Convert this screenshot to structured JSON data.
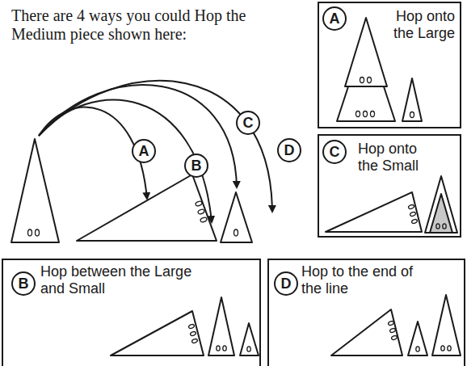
{
  "diagram": {
    "title": "There are 4 ways you could Hop the Medium piece shown here:",
    "nodes": [
      {
        "text": [
          "A",
          "Hop onto the Large"
        ]
      },
      {
        "text": [
          "C",
          "Hop onto the Small"
        ]
      },
      {
        "text": [
          "B",
          "Hop between the Large and Small"
        ]
      },
      {
        "text": [
          "D",
          "Hop to the end of the line"
        ]
      }
    ],
    "labels": [
      "A",
      "B",
      "C",
      "D"
    ]
  }
}
